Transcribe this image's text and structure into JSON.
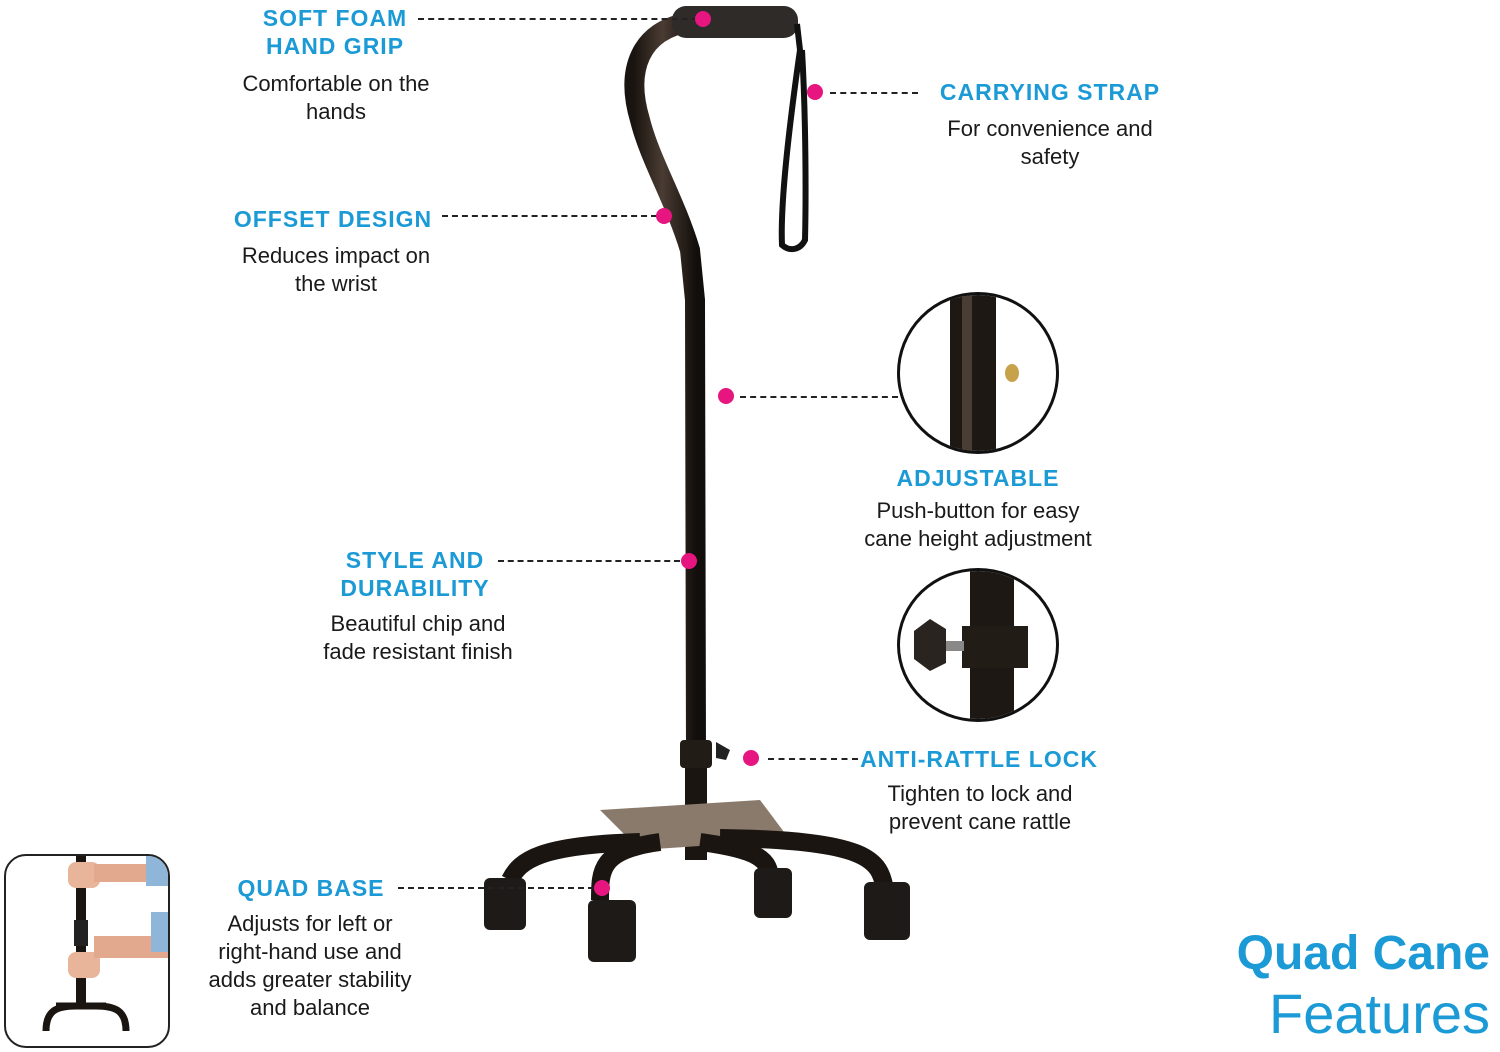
{
  "features": [
    {
      "id": "soft-foam-hand-grip",
      "title_lines": [
        "SOFT FOAM",
        "HAND GRIP"
      ],
      "desc_lines": [
        "Comfortable on the",
        "hands"
      ]
    },
    {
      "id": "carrying-strap",
      "title_lines": [
        "CARRYING STRAP"
      ],
      "desc_lines": [
        "For convenience and",
        "safety"
      ]
    },
    {
      "id": "offset-design",
      "title_lines": [
        "OFFSET DESIGN"
      ],
      "desc_lines": [
        "Reduces impact on",
        "the wrist"
      ]
    },
    {
      "id": "adjustable",
      "title_lines": [
        "ADJUSTABLE"
      ],
      "desc_lines": [
        "Push-button for easy",
        "cane height adjustment"
      ]
    },
    {
      "id": "style-and-durability",
      "title_lines": [
        "STYLE AND",
        "DURABILITY"
      ],
      "desc_lines": [
        "Beautiful chip and",
        "fade resistant finish"
      ]
    },
    {
      "id": "anti-rattle-lock",
      "title_lines": [
        "ANTI-RATTLE LOCK"
      ],
      "desc_lines": [
        "Tighten to lock and",
        "prevent cane rattle"
      ]
    },
    {
      "id": "quad-base",
      "title_lines": [
        "QUAD BASE"
      ],
      "desc_lines": [
        "Adjusts for left or",
        "right-hand use and",
        "adds greater stability",
        "and balance"
      ]
    }
  ],
  "heading": {
    "line1": "Quad Cane",
    "line2": "Features"
  },
  "colors": {
    "accent": "#1b9ad6",
    "marker": "#e6157f",
    "text": "#1a1a1a"
  }
}
